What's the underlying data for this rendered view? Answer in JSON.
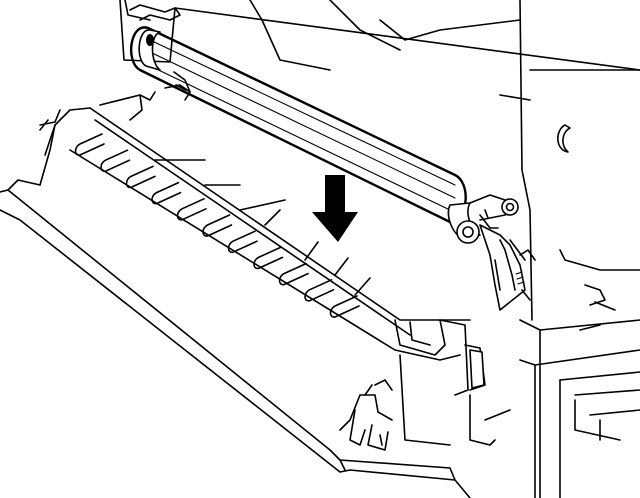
{
  "figure": {
    "subject": "fuser-roller-installation",
    "colors": {
      "line": "#000000",
      "background": "#ffffff",
      "arrow": "#000000"
    },
    "icons": {
      "direction_indicator": "arrow-down-icon"
    },
    "tray_fins": {
      "count": 11
    },
    "guide_ribs": {
      "count": 7
    }
  }
}
